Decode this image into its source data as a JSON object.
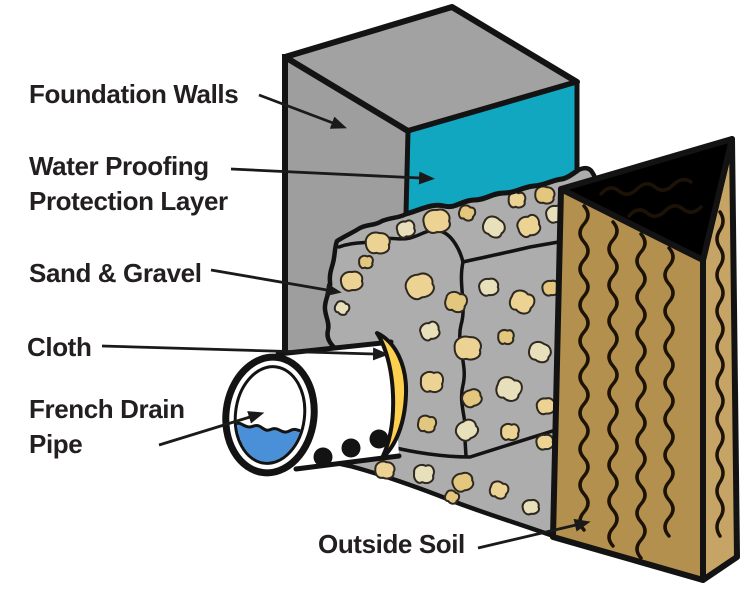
{
  "labels": {
    "foundation_walls": "Foundation Walls",
    "water_proofing_line1": "Water Proofing",
    "water_proofing_line2": "Protection Layer",
    "sand_gravel": "Sand & Gravel",
    "cloth": "Cloth",
    "french_drain_line1": "French Drain",
    "french_drain_line2": "Pipe",
    "outside_soil": "Outside Soil"
  },
  "colors": {
    "outline": "#131313",
    "text": "#231f20",
    "wall_top": "#a2a2a2",
    "wall_side": "#9e9e9e",
    "waterproofing": "#12a7c1",
    "gravel": "#adadad",
    "stone_palette": [
      "#ecd394",
      "#e7e0ba",
      "#e3c77e"
    ],
    "stone_outline": "#2e2820",
    "soil_front": "#b3904d",
    "soil_side": "#c6a465",
    "soil_line": "#1d1206",
    "cloth": "#fdd04f",
    "water": "#4a90d8",
    "pipe": "#ffffff"
  }
}
